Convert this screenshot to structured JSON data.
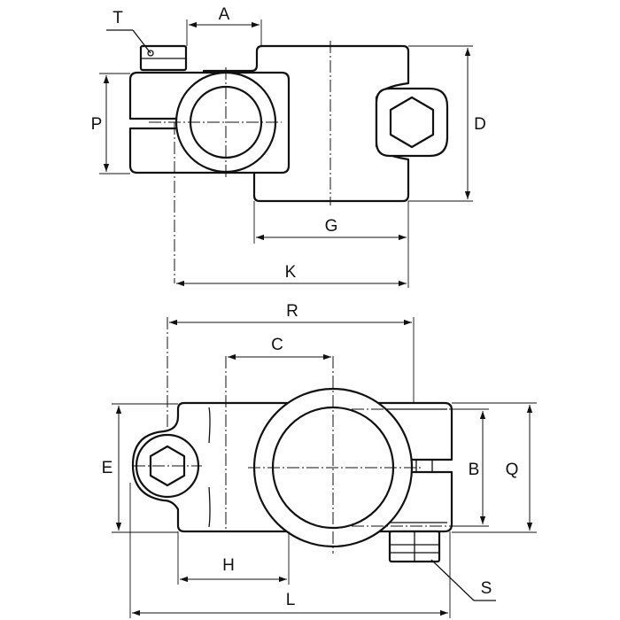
{
  "labels": {
    "A": "A",
    "T": "T",
    "P": "P",
    "D": "D",
    "G": "G",
    "K": "K",
    "R": "R",
    "C": "C",
    "E": "E",
    "B": "B",
    "Q": "Q",
    "H": "H",
    "S": "S",
    "L": "L"
  },
  "colors": {
    "line": "#111111",
    "background": "#ffffff"
  }
}
